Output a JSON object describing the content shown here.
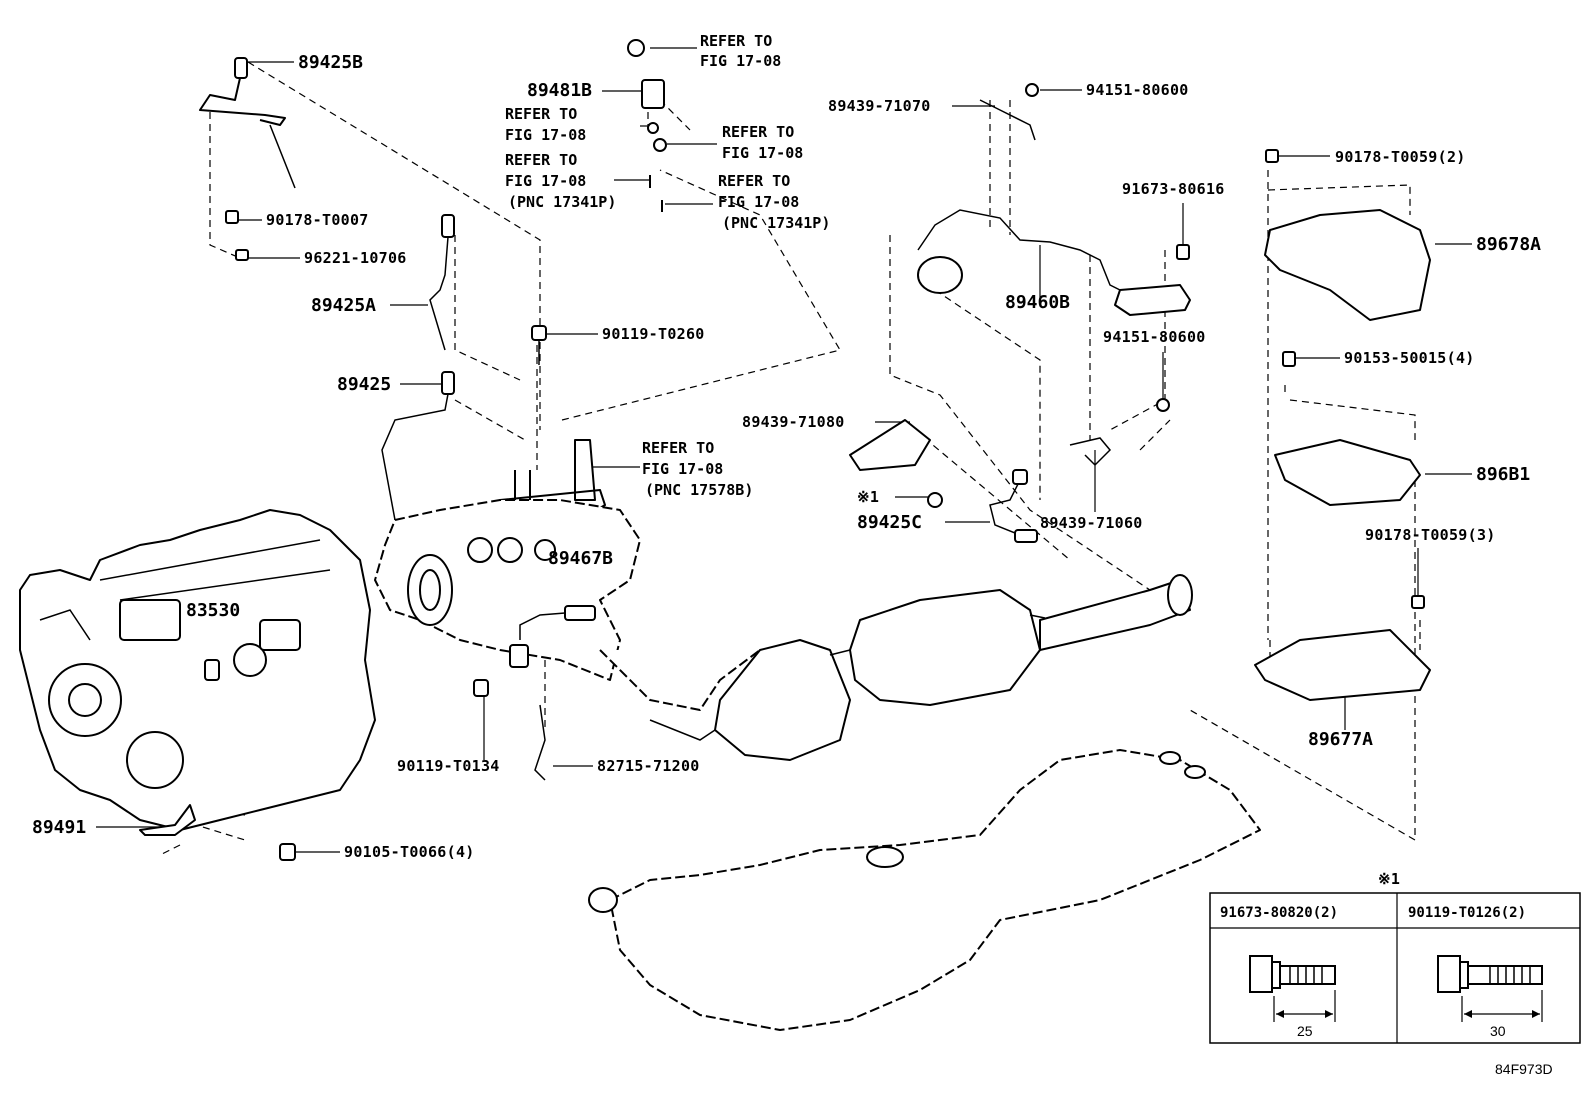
{
  "diagram": {
    "code": "84F973D",
    "parts": {
      "p89425B": "89425B",
      "p89481B": "89481B",
      "p90178T0007": "90178-T0007",
      "p96221_10706": "96221-10706",
      "p89425A": "89425A",
      "p90119T0260": "90119-T0260",
      "p89425": "89425",
      "p89467B": "89467B",
      "p83530": "83530",
      "p90119T0134": "90119-T0134",
      "p82715_71200": "82715-71200",
      "p89491": "89491",
      "p90105T0066": "90105-T0066(4)",
      "p89439_71070": "89439-71070",
      "p94151_80600a": "94151-80600",
      "p91673_80616": "91673-80616",
      "p89460B": "89460B",
      "p94151_80600b": "94151-80600",
      "p89439_71080": "89439-71080",
      "p89425C": "89425C",
      "p89439_71060": "89439-71060",
      "p90178T0059_2": "90178-T0059(2)",
      "p89678A": "89678A",
      "p90153_50015": "90153-50015(4)",
      "p896B1": "896B1",
      "p90178T0059_3": "90178-T0059(3)",
      "p89677A": "89677A",
      "mark1": "※1"
    },
    "refs": {
      "r1a": "REFER TO",
      "r1b": "FIG 17-08",
      "r2a": "REFER TO",
      "r2b": "FIG 17-08",
      "r3a": "REFER TO",
      "r3b": "FIG 17-08",
      "r4a": "REFER TO",
      "r4b": "FIG 17-08",
      "r4c": "(PNC 17341P)",
      "r5a": "REFER TO",
      "r5b": "FIG 17-08",
      "r5c": "(PNC 17341P)",
      "r6a": "REFER TO",
      "r6b": "FIG 17-08",
      "r6c": "(PNC 17578B)"
    },
    "table": {
      "mark": "※1",
      "col1_part": "91673-80820(2)",
      "col1_dim": "25",
      "col2_part": "90119-T0126(2)",
      "col2_dim": "30"
    }
  }
}
